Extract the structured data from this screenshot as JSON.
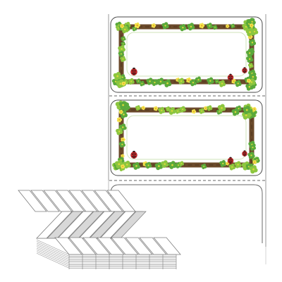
{
  "product": {
    "label_count_shown": 2,
    "border_theme": "clover-and-ladybug",
    "layout": "fanfold-continuous-labels"
  },
  "colors": {
    "backing_paper": "#ffffff",
    "backing_outline": "#9a9a9a",
    "label_outline": "#4a4a4a",
    "frame_brown": "#6b4a2b",
    "frame_brown_dark": "#4d321b",
    "leaf_green": "#5aa93b",
    "leaf_green_light": "#8cc63f",
    "leaf_yellow": "#d8d83a",
    "flower_yellow": "#f2e24b",
    "ladybug_red": "#d52a2a",
    "ladybug_spot": "#1a1a1a",
    "stack_fill": "#ffffff",
    "stack_line": "#7d7d7d",
    "stack_shade": "#d8d8d8",
    "perforation": "#666666"
  },
  "icons": {
    "label_1_decoration": "clover-frame-icon",
    "label_2_decoration": "clover-frame-icon",
    "ladybug": "ladybug-icon",
    "stack": "fanfold-stack-icon"
  }
}
